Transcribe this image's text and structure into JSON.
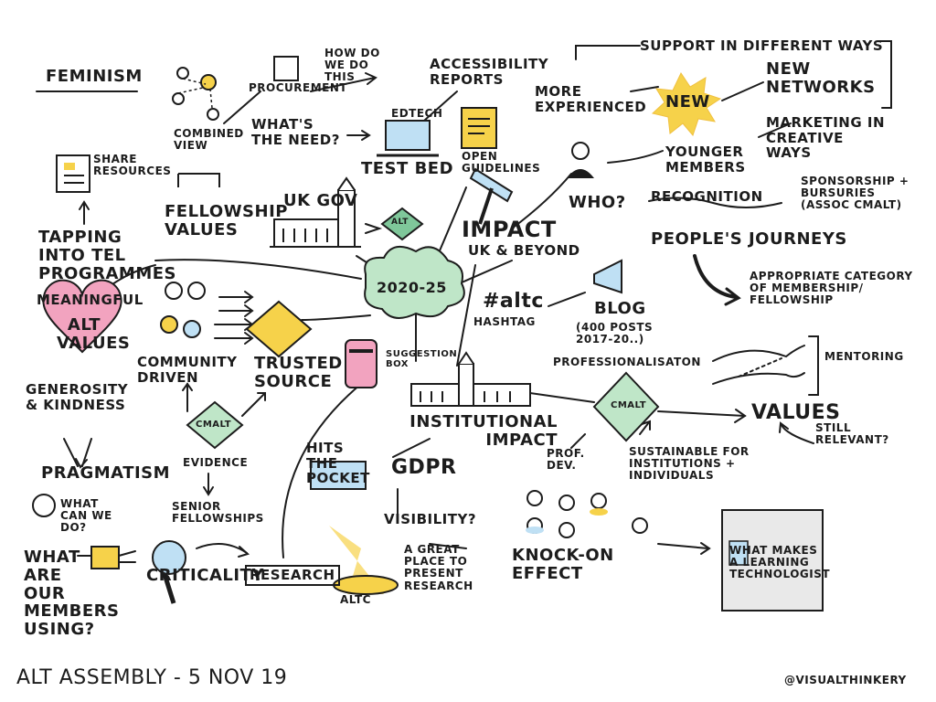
{
  "title": "Feminism",
  "footer": {
    "event": "ALT ASSEMBLY - 5 NOV 19",
    "author": "@VISUALTHINKERY"
  },
  "center": {
    "label": "2020-25",
    "color": "#bfe6c8"
  },
  "colors": {
    "ink": "#1c1c1c",
    "yellow": "#f6d24a",
    "blue": "#bfe0f4",
    "pink": "#f2a3bf",
    "green": "#bfe6c8"
  },
  "left": {
    "share_resources": "SHARE RESOURCES",
    "tapping": "TAPPING INTO TEL PROGRAMMES",
    "meaningful": "MEANINGFUL",
    "alt_values": "ALT VALUES",
    "generosity": "GENEROSITY & KINDNESS",
    "pragmatism": "PRAGMATISM",
    "what_can": "WHAT CAN WE DO?",
    "what_are": "WHAT ARE OUR MEMBERS USING?"
  },
  "top": {
    "combined_view": "COMBINED VIEW",
    "procurement": "PROCUREMENT",
    "how_do": "HOW DO WE DO THIS",
    "whats_need": "WHAT'S THE NEED?",
    "edtech": "EDTECH",
    "test_bed": "TEST BED",
    "accessibility": "ACCESSIBILITY REPORTS",
    "open_guidelines": "OPEN GUIDELINES",
    "fellowship_values": "FELLOWSHIP VALUES",
    "uk_gov": "UK GOV",
    "alt_badge": "ALT"
  },
  "middle": {
    "community": "COMMUNITY DRIVEN",
    "trusted": "TRUSTED SOURCE",
    "suggestion_box": "SUGGESTION BOX",
    "cmalt": "CMALT",
    "evidence": "EVIDENCE",
    "senior": "SENIOR FELLOWSHIPS",
    "criticality": "CRITICALITY",
    "research": "RESEARCH"
  },
  "impact": {
    "impact": "IMPACT",
    "uk_beyond": "UK & BEYOND",
    "hashtag": "#altc",
    "hashtag_label": "HASHTAG",
    "blog": "BLOG",
    "blog_detail": "(400 POSTS 2017-20..)",
    "institutional": "INSTITUTIONAL IMPACT",
    "gdpr": "GDPR",
    "visibility": "VISIBILITY?",
    "hits_pocket": "HITS THE POCKET",
    "great_place": "A GREAT PLACE TO PRESENT RESEARCH",
    "altc": "ALTC"
  },
  "right": {
    "support": "SUPPORT IN DIFFERENT WAYS",
    "more_experienced": "MORE EXPERIENCED",
    "new": "NEW",
    "new_networks": "NEW NETWORKS",
    "who": "WHO?",
    "younger": "YOUNGER MEMBERS",
    "marketing": "MARKETING IN CREATIVE WAYS",
    "recognition": "RECOGNITION",
    "journeys": "PEOPLE'S JOURNEYS",
    "sponsorship": "SPONSORSHIP + BURSURIES (ASSOC CMALT)",
    "category": "APPROPRIATE CATEGORY OF MEMBERSHIP/ FELLOWSHIP",
    "professionalisation": "PROFESSIONALISATON",
    "mentoring": "MENTORING",
    "cmalt": "CMALT",
    "values": "VALUES",
    "still_relevant": "STILL RELEVANT?",
    "prof_dev": "PROF. DEV.",
    "sustainable": "SUSTAINABLE FOR INSTITUTIONS + INDIVIDUALS",
    "knock_on": "KNOCK-ON EFFECT",
    "what_makes": "WHAT MAKES A LEARNING TECHNOLOGIST"
  }
}
